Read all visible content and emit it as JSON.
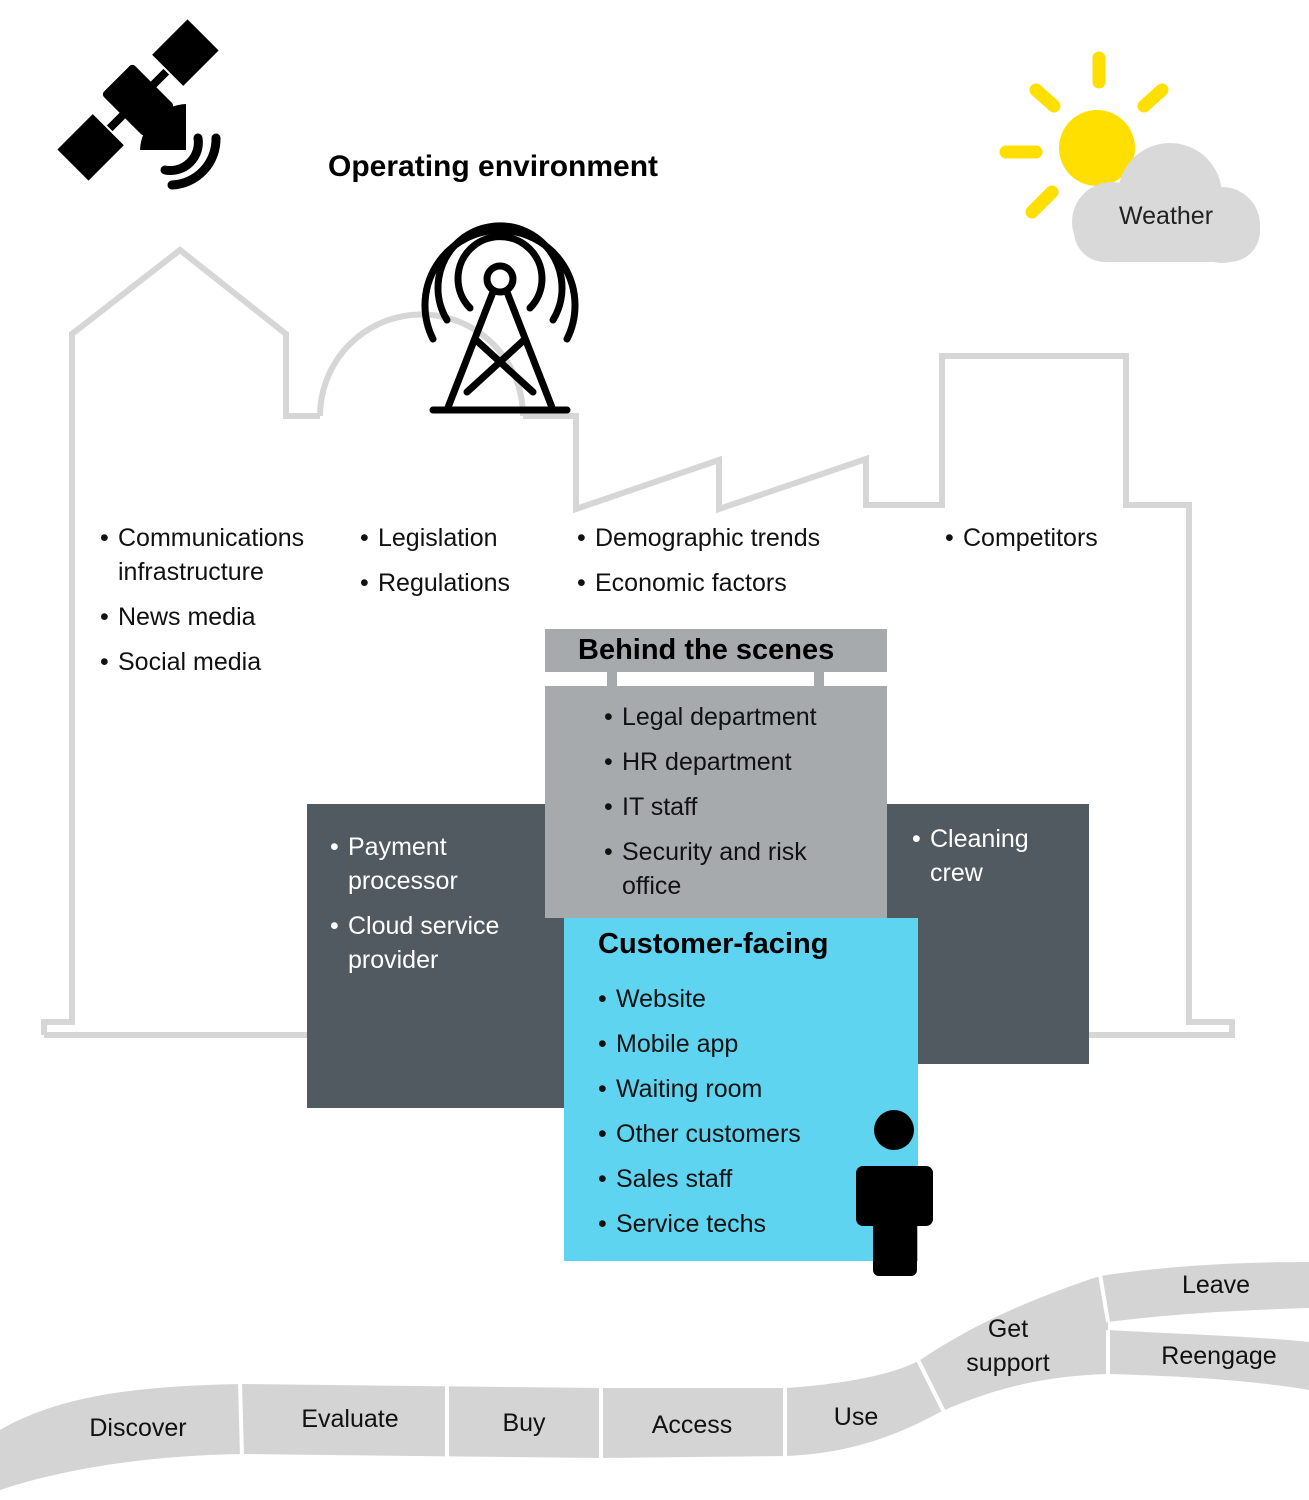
{
  "diagram": {
    "title": "Operating environment",
    "weather_label": "Weather",
    "environment_columns": [
      {
        "items": [
          "Communications infrastructure",
          "News media",
          "Social media"
        ]
      },
      {
        "items": [
          "Legislation",
          "Regulations"
        ]
      },
      {
        "items": [
          "Demographic trends",
          "Economic factors"
        ]
      },
      {
        "items": [
          "Competitors"
        ]
      }
    ],
    "behind_the_scenes": {
      "title": "Behind the scenes",
      "items": [
        "Legal department",
        "HR department",
        "IT staff",
        "Security and risk office"
      ]
    },
    "left_partners": {
      "items": [
        "Payment processor",
        "Cloud service provider"
      ]
    },
    "right_partners": {
      "items": [
        "Cleaning crew"
      ]
    },
    "customer_facing": {
      "title": "Customer-facing",
      "items": [
        "Website",
        "Mobile app",
        "Waiting room",
        "Other customers",
        "Sales staff",
        "Service techs"
      ]
    },
    "journey": [
      "Discover",
      "Evaluate",
      "Buy",
      "Access",
      "Use",
      "Get support",
      "Leave",
      "Reengage"
    ],
    "colors": {
      "outline": "#d6d6d6",
      "behind": "#a7aaad",
      "dark_box": "#515961",
      "customer": "#5fd4f0",
      "sun": "#ffdf00",
      "cloud": "#d9d9d9",
      "path": "#d4d4d4"
    },
    "icons": [
      "satellite-icon",
      "antenna-tower-icon",
      "sun-icon",
      "cloud-icon",
      "person-icon"
    ]
  }
}
